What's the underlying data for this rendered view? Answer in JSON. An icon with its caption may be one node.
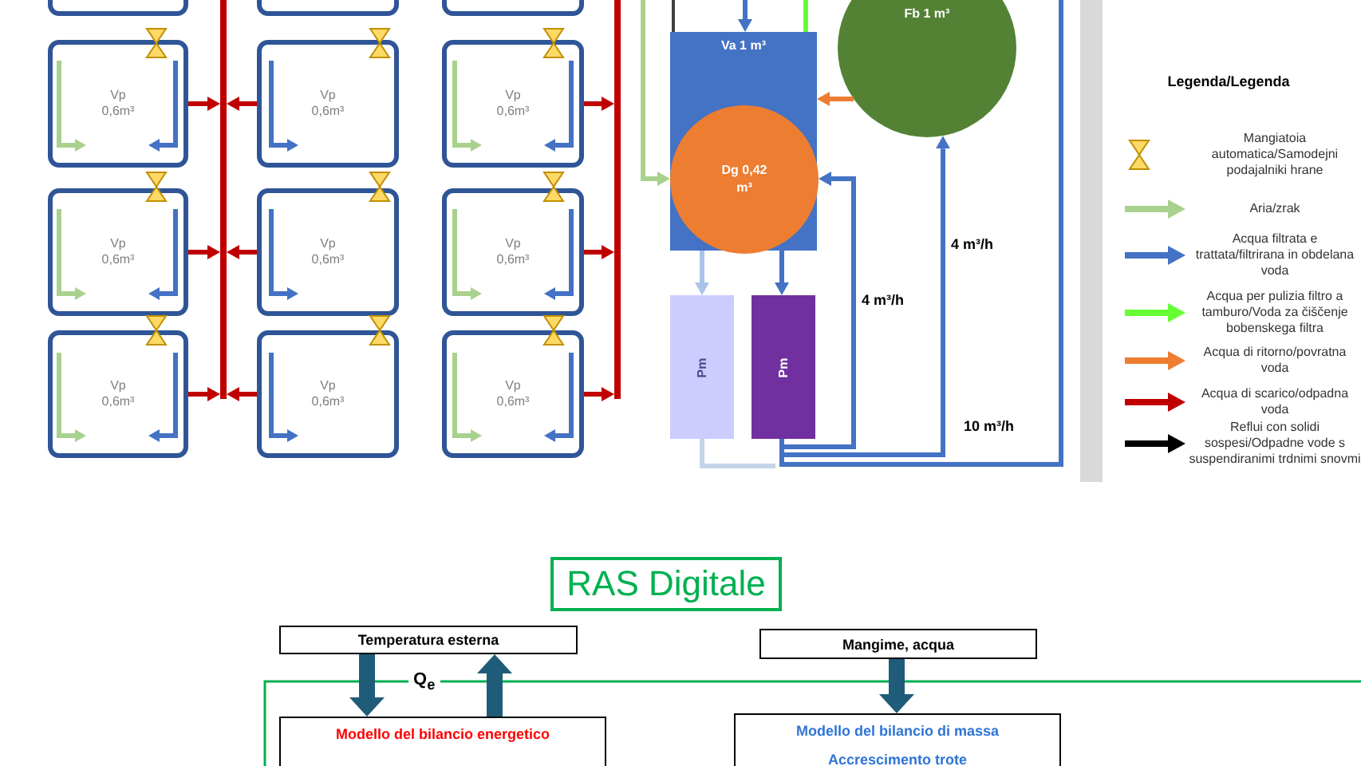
{
  "diagram": {
    "title": "RAS Digitale",
    "nodes": [
      {
        "text": [],
        "shape": "box"
      },
      {
        "text": [],
        "shape": "box"
      },
      {
        "text": [],
        "shape": "box"
      },
      {
        "text": [
          "Vp 0,6m³"
        ]
      },
      {
        "text": [
          "Vp 0,6m³"
        ]
      },
      {
        "text": [
          "Vp 0,6m³"
        ]
      },
      {
        "text": [
          "Vp 0,6m³"
        ]
      },
      {
        "text": [
          "Vp 0,6m³"
        ]
      },
      {
        "text": [
          "Vp 0,6m³"
        ]
      },
      {
        "text": [
          "Vp 0,6m³"
        ]
      },
      {
        "text": [
          "Vp 0,6m³"
        ]
      },
      {
        "text": [
          "Vp 0,6m³"
        ]
      },
      {
        "text": [
          "Va 1 m³"
        ]
      },
      {
        "text": [
          "Fb 1 m³"
        ]
      },
      {
        "text": [
          "Dg 0,42 m³"
        ],
        "in": 12
      },
      {
        "text": [
          "Pm"
        ]
      },
      {
        "text": [
          "Pm"
        ]
      },
      {
        "text": [
          "Temperatura esterna"
        ]
      },
      {
        "text": [
          "Mangime, acqua"
        ]
      },
      {
        "text": [
          "Modello del bilancio energetico"
        ]
      },
      {
        "text": [
          "Modello del bilancio di massa",
          "Accrescimento trote"
        ]
      },
      {
        "text": [],
        "shape": "bar"
      },
      {
        "text": [],
        "shape": "bar"
      }
    ],
    "edges": [
      {
        "from": 3,
        "to": 21,
        "arrow": "to",
        "color": "#c00000"
      },
      {
        "from": 4,
        "to": 21,
        "arrow": "to",
        "color": "#c00000"
      },
      {
        "from": 5,
        "to": 22,
        "arrow": "to",
        "color": "#c00000"
      },
      {
        "from": 6,
        "to": 21,
        "arrow": "to",
        "color": "#c00000"
      },
      {
        "from": 7,
        "to": 21,
        "arrow": "to",
        "color": "#c00000"
      },
      {
        "from": 8,
        "to": 22,
        "arrow": "to",
        "color": "#c00000"
      },
      {
        "from": 9,
        "to": 21,
        "arrow": "to",
        "color": "#c00000"
      },
      {
        "from": 10,
        "to": 21,
        "arrow": "to",
        "color": "#c00000"
      },
      {
        "from": 11,
        "to": 22,
        "arrow": "to",
        "color": "#c00000"
      },
      {
        "from": null,
        "to": 12,
        "arrow": "to",
        "color": "#4472c4"
      },
      {
        "from": 13,
        "to": 12,
        "arrow": "to",
        "color": "#ed7d31"
      },
      {
        "from": 12,
        "to": 15,
        "arrow": "to",
        "color": "#a9c4e8"
      },
      {
        "from": 12,
        "to": 16,
        "arrow": "to",
        "color": "#4472c4"
      },
      {
        "from": 16,
        "to": 14,
        "arrow": "to",
        "label": "4 m³/h",
        "color": "#4472c4"
      },
      {
        "from": 16,
        "to": 13,
        "arrow": "to",
        "label": "4 m³/h",
        "color": "#4472c4"
      },
      {
        "from": 16,
        "to": null,
        "arrow": "none",
        "label": "10 m³/h",
        "color": "#4472c4"
      },
      {
        "from": null,
        "to": 14,
        "arrow": "to",
        "color": "#a9d18e"
      },
      {
        "from": 12,
        "to": null,
        "arrow": "none",
        "color": "#66ff33"
      },
      {
        "from": 15,
        "to": null,
        "arrow": "none",
        "color": "#c5d4ea"
      },
      {
        "from": 17,
        "to": 19,
        "arrow": "to",
        "style": "thick",
        "color": "#1f5c7a"
      },
      {
        "from": 19,
        "to": 17,
        "arrow": "to",
        "style": "thick",
        "color": "#1f5c7a"
      },
      {
        "from": 18,
        "to": 20,
        "arrow": "to",
        "style": "thick",
        "color": "#1f5c7a"
      }
    ],
    "labels": [
      "Legenda/Legenda",
      "Q$_{e}$"
    ],
    "legend": [
      {
        "text": "Mangiatoia automatica/Samodejni podajalniki hrane"
      },
      {
        "text": "Aria/zrak"
      },
      {
        "text": "Acqua filtrata e trattata/filtrirana in obdelana voda"
      },
      {
        "text": "Acqua per pulizia filtro a tamburo/Voda za čiščenje bobenskega filtra"
      },
      {
        "text": "Acqua di ritorno/povratna voda"
      },
      {
        "text": "Acqua di scarico/odpadna voda"
      },
      {
        "text": "Reflui con solidi sospesi/Odpadne vode s suspendiranimi trdnimi snovmi"
      }
    ]
  }
}
